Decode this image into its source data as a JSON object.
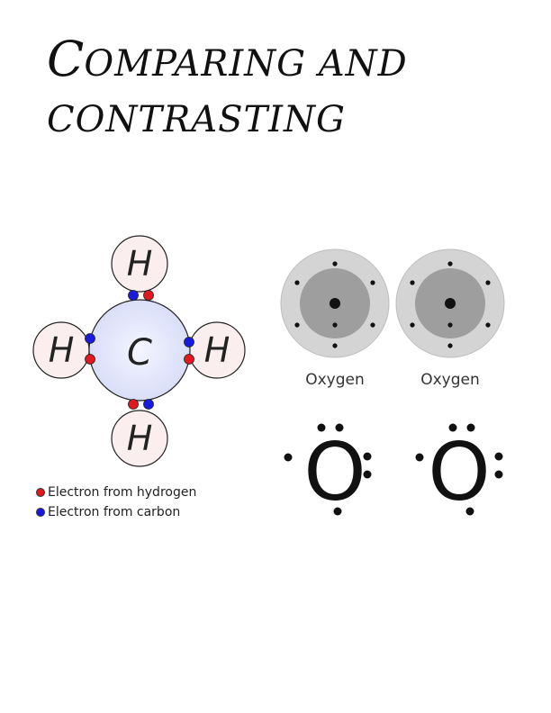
{
  "title": {
    "line1_initial": "C",
    "line1_rest": "OMPARING AND",
    "line2": "CONTRASTING"
  },
  "methane": {
    "center_label": "C",
    "hydrogen_label": "H",
    "colors": {
      "hydrogen_electron": "#e0191e",
      "carbon_electron": "#1a1adf",
      "carbon_fill": "#e3e7fb",
      "hydrogen_fill": "#fbeeee"
    },
    "legend": [
      {
        "label": "Electron from hydrogen",
        "color": "#e0191e"
      },
      {
        "label": "Electron from carbon",
        "color": "#1a1adf"
      }
    ]
  },
  "oxygen": {
    "atoms": [
      {
        "label": "Oxygen"
      },
      {
        "label": "Oxygen"
      }
    ],
    "lewis_symbol": "O",
    "colors": {
      "outer_shell": "#d4d4d4",
      "inner_shell": "#9e9e9e",
      "electron": "#111111"
    }
  }
}
